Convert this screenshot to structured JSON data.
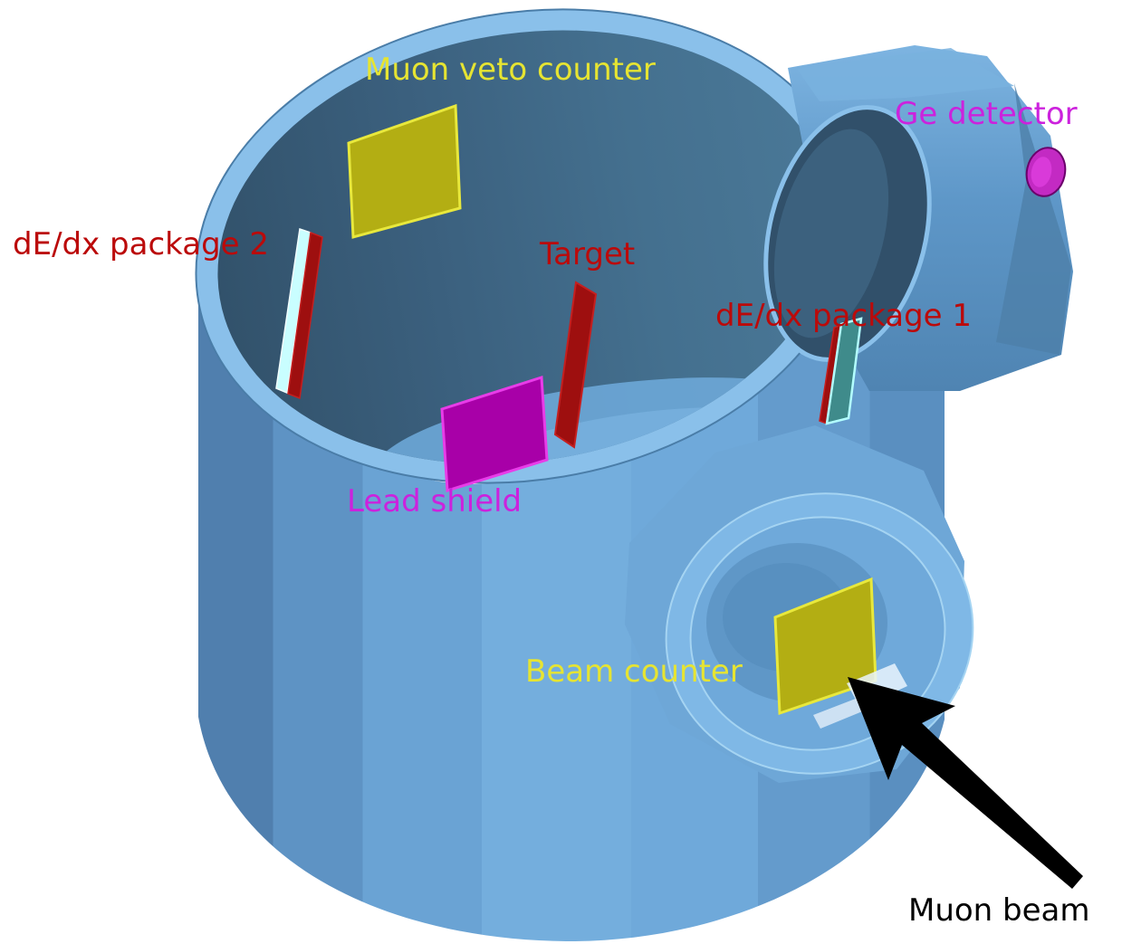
{
  "figure": {
    "description": "3D rendering of a muon experiment vacuum vessel with labeled internal detectors",
    "background": "#ffffff",
    "labels": {
      "muon_veto_counter": {
        "text": "Muon veto counter",
        "color": "#e6e432"
      },
      "ge_detector": {
        "text": "Ge detector",
        "color": "#cc22dd"
      },
      "dedx_package_2": {
        "text": "dE/dx package 2",
        "color": "#bb0a0a"
      },
      "target": {
        "text": "Target",
        "color": "#bb0a0a"
      },
      "dedx_package_1": {
        "text": "dE/dx package 1",
        "color": "#bb0a0a"
      },
      "lead_shield": {
        "text": "Lead shield",
        "color": "#cc22dd"
      },
      "beam_counter": {
        "text": "Beam counter",
        "color": "#e6e432"
      },
      "muon_beam": {
        "text": "Muon beam",
        "color": "#000000"
      }
    },
    "colors": {
      "vessel_rim": "#8ac0ea",
      "vessel_interior_dark": "#3b607e",
      "panel_yellow": "#b3ae13",
      "panel_yellow_edge": "#e8e83c",
      "panel_red": "#9e0f0f",
      "panel_red_edge": "#c51f1f",
      "panel_magenta": "#a800a8",
      "panel_magenta_edge": "#e83ce8",
      "panel_cyan": "#c9feff",
      "panel_cyan_edge": "#f2ffff",
      "panel_teal": "#3f8b8b",
      "panel_teal_edge": "#b3ffff",
      "ge_crystal": "#c32ac3",
      "ge_crystal_edge": "#6b006b",
      "arrow": "#000000"
    }
  }
}
